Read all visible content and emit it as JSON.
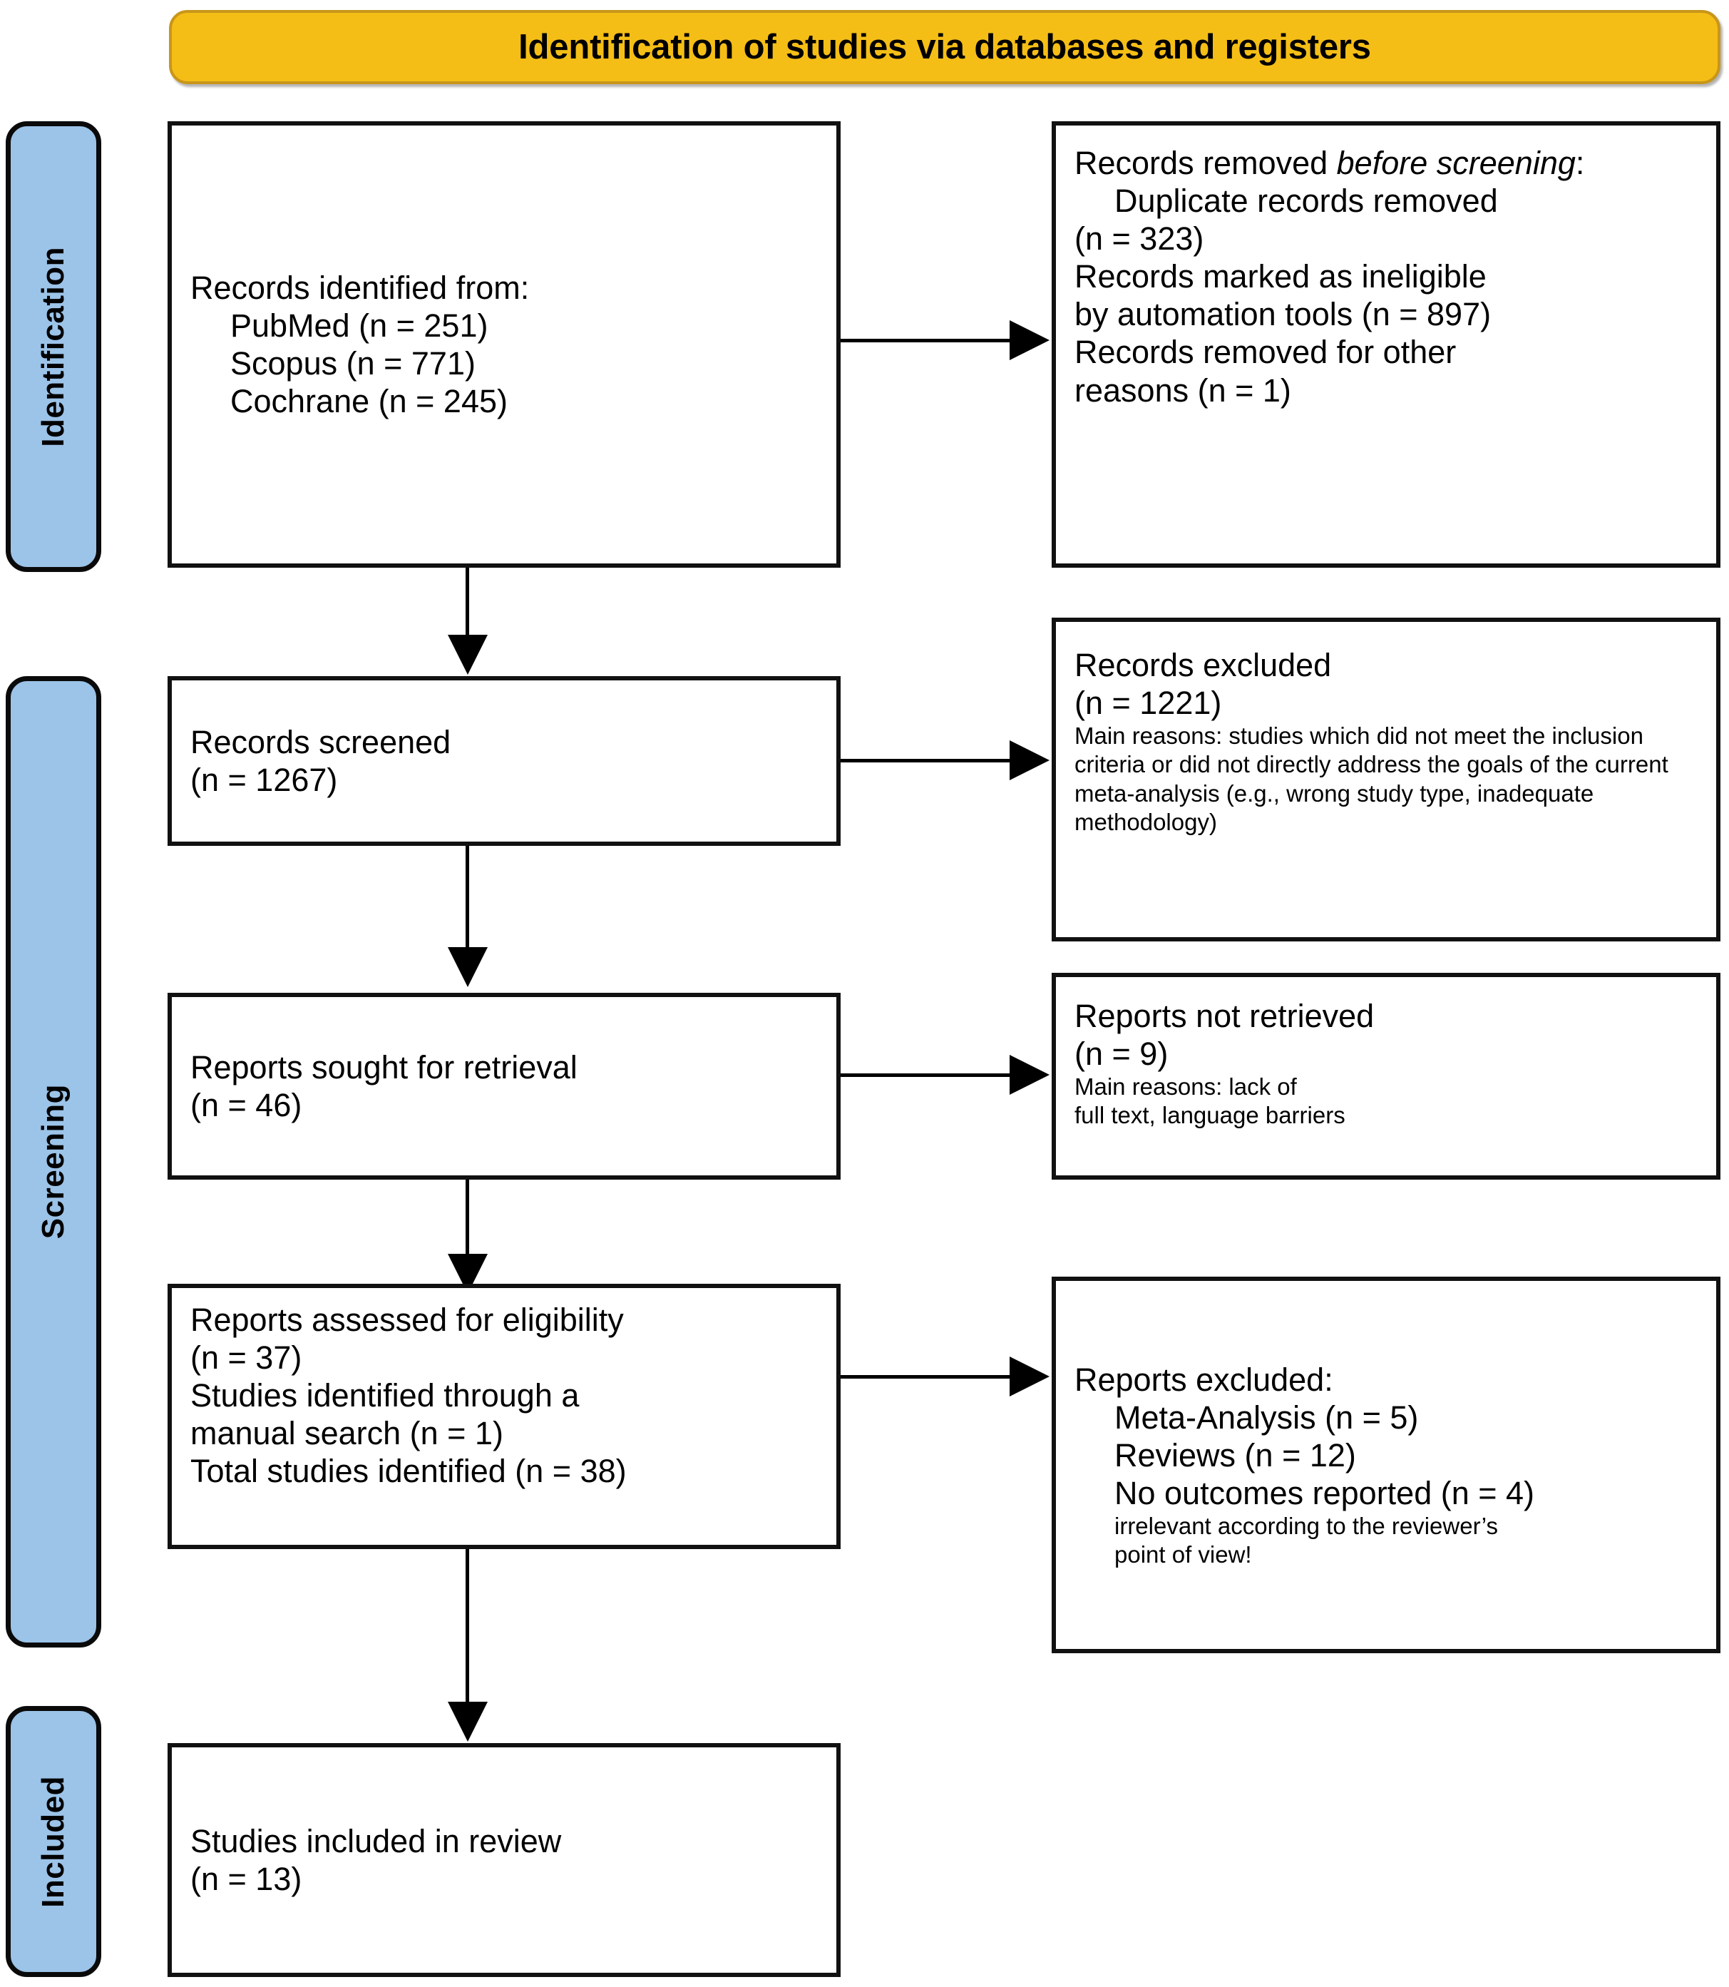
{
  "banner": {
    "title": "Identification of studies via databases and registers"
  },
  "stages": [
    {
      "key": "identification",
      "label": "Identification"
    },
    {
      "key": "screening",
      "label": "Screening"
    },
    {
      "key": "included",
      "label": "Included"
    }
  ],
  "boxes": {
    "records_identified": {
      "title": "Records identified from:",
      "sources": [
        "PubMed (n = 251)",
        "Scopus (n = 771)",
        "Cochrane (n = 245)"
      ]
    },
    "records_removed": {
      "title_plain": "Records removed ",
      "title_italic": "before screening",
      "title_colon": ":",
      "items": [
        "Duplicate records removed",
        "(n = 323)",
        "Records marked as ineligible",
        "by automation tools (n = 897)",
        "Records removed for other",
        "reasons (n = 1)"
      ]
    },
    "records_screened": {
      "title": "Records screened",
      "count": "(n = 1267)"
    },
    "records_excluded": {
      "title": "Records excluded",
      "count": "(n = 1221)",
      "reasons": "Main reasons: studies which did not meet the inclusion criteria or did not directly address the goals of the current meta-analysis (e.g., wrong study type, inadequate methodology)"
    },
    "reports_sought": {
      "title": "Reports sought for retrieval",
      "count": "(n = 46)"
    },
    "reports_not_retrieved": {
      "title": "Reports not retrieved",
      "count": "(n = 9)",
      "reasons": "Main reasons: lack of\nfull text, language barriers"
    },
    "reports_assessed": {
      "title": "Reports assessed for eligibility",
      "count": "(n = 37)",
      "manual_line1": "Studies identified through a",
      "manual_line2": "manual search (n = 1)",
      "total": "Total studies identified (n = 38)"
    },
    "reports_excluded": {
      "title": "Reports excluded:",
      "items": [
        "Meta-Analysis (n = 5)",
        "Reviews (n = 12)",
        "No outcomes reported (n = 4)"
      ],
      "note": "irrelevant according to the reviewer’s\npoint of view!"
    },
    "studies_included": {
      "title": "Studies included in review",
      "count": "(n = 13)"
    }
  },
  "colors": {
    "banner_fill": "#F5BE16",
    "banner_border": "#C8961A",
    "stage_fill": "#9CC3E8",
    "box_border": "#111111",
    "connector": "#000000"
  }
}
